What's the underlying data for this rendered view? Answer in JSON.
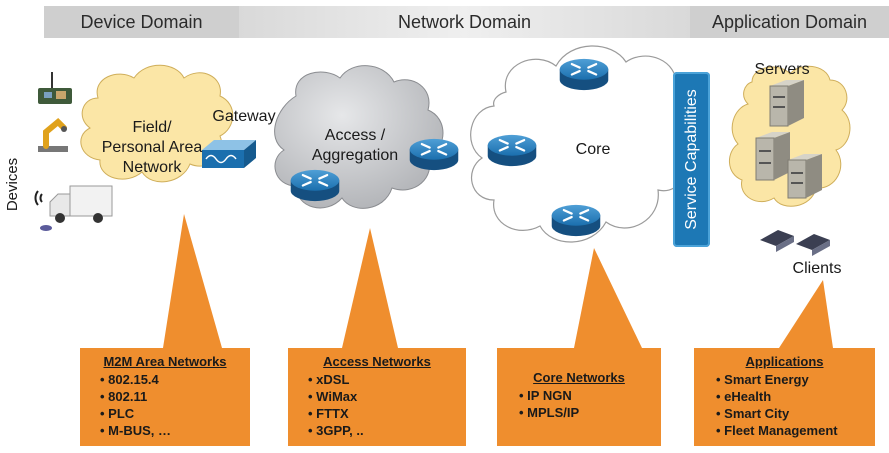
{
  "headers": {
    "device": "Device Domain",
    "network": "Network Domain",
    "application": "Application Domain"
  },
  "labels": {
    "devices": "Devices",
    "field_network": "Field/\nPersonal Area\nNetwork",
    "gateway": "Gateway",
    "access": "Access /\nAggregation",
    "core": "Core",
    "service_capabilities": "Service Capabilities",
    "servers": "Servers",
    "clients": "Clients"
  },
  "boxes": {
    "m2m": {
      "title": "M2M Area Networks",
      "items": [
        "802.15.4",
        "802.11",
        "PLC",
        "M-BUS, …"
      ]
    },
    "access": {
      "title": "Access Networks",
      "items": [
        "xDSL",
        "WiMax",
        "FTTX",
        "3GPP, .."
      ]
    },
    "core": {
      "title": "Core Networks",
      "items": [
        "IP NGN",
        "MPLS/IP"
      ]
    },
    "apps": {
      "title": "Applications",
      "items": [
        "Smart Energy",
        "eHealth",
        "Smart City",
        "Fleet Management"
      ]
    }
  },
  "colors": {
    "callout": "#ef8e2e",
    "service_bar": "#1d78b5",
    "router": "#1b6fae",
    "field_cloud": "#fbe6a6",
    "access_cloud": "#c7c9cc",
    "core_cloud": "#ffffff"
  }
}
